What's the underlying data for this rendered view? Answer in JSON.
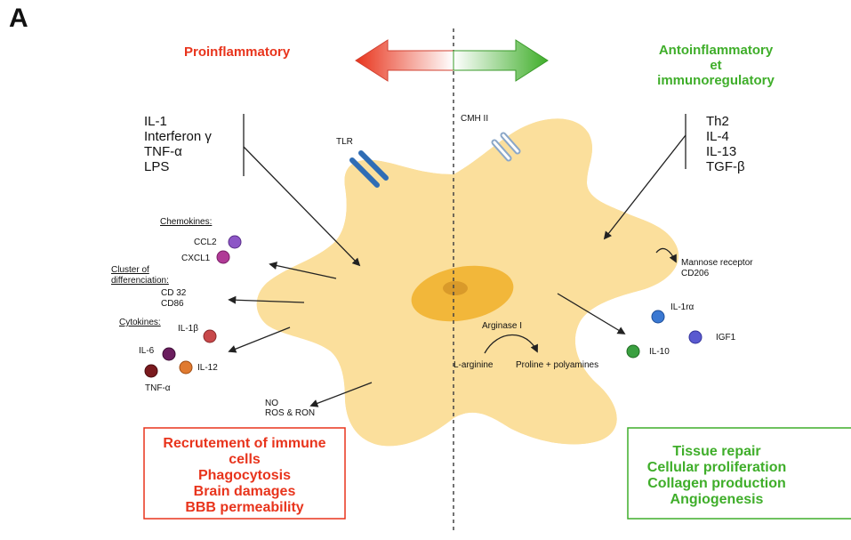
{
  "panel_letter": "A",
  "sides": {
    "left_title": "Proinflammatory",
    "right_title_lines": [
      "Antoinflammatory",
      "et",
      "immunoregulatory"
    ]
  },
  "colors": {
    "pro": "#e8341c",
    "anti": "#3fae2a",
    "cell_fill": "#fbdf9c",
    "nucleus_outer": "#f2b73a",
    "nucleus_inner": "#d99a2a",
    "membrane_left": "#e8170e",
    "membrane_right": "#6ab43c"
  },
  "left_stimuli": [
    "IL-1",
    "Interferon γ",
    "TNF-α",
    "LPS"
  ],
  "right_stimuli": [
    "Th2",
    "IL-4",
    "IL-13",
    "TGF-β"
  ],
  "receptors": {
    "tlr": "TLR",
    "mhc": "CMH II"
  },
  "left_secretions": {
    "chemokines_title": "Chemokines:",
    "ccl2": "CCL2",
    "cxcl1": "CXCL1",
    "cd_title_lines": [
      "Cluster of",
      "differenciation:"
    ],
    "cd32": "CD 32",
    "cd86": "CD86",
    "cytokines_title": "Cytokines:",
    "il1b": "IL-1β",
    "il6": "IL-6",
    "il12": "IL-12",
    "tnfa": "TNF-α",
    "no": "NO",
    "ros": "ROS & RON"
  },
  "right_secretions": {
    "mannose_lines": [
      "Mannose receptor",
      "CD206"
    ],
    "il1ra": "IL-1rα",
    "igf1": "IGF1",
    "il10": "IL-10"
  },
  "metabolism": {
    "enzyme": "Arginase I",
    "substrate": "L-arginine",
    "product": "Proline + polyamines"
  },
  "outcomes_left": [
    "Recrutement of immune",
    "cells",
    "Phagocytosis",
    "Brain damages",
    "BBB permeability"
  ],
  "outcomes_right": [
    "Tissue repair",
    "Cellular proliferation",
    "Collagen production",
    "Angiogenesis"
  ]
}
